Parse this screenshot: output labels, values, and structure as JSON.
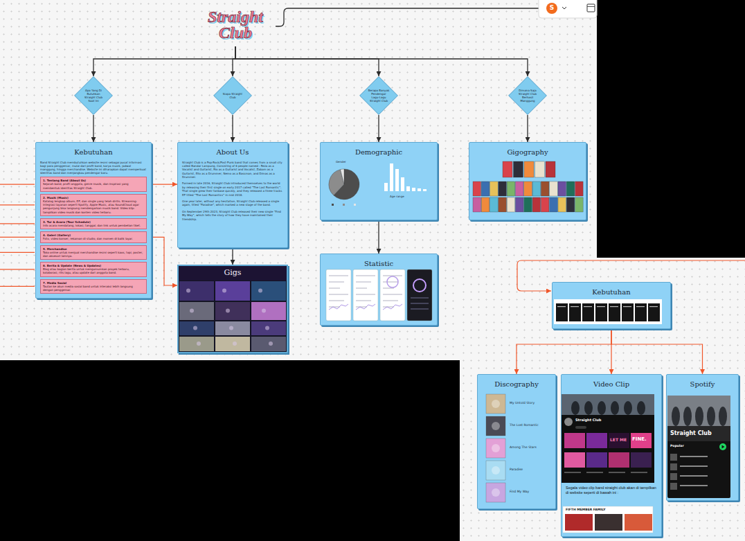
{
  "diagram": {
    "nodes": [
      {
        "text": [
          "Straight Club"
        ]
      },
      {
        "text": [
          "Apa Yang Di Butuhkan Straight Club Saat Ini"
        ]
      },
      {
        "text": [
          "Siapa Straight Club"
        ]
      },
      {
        "text": [
          "Berapa Banyak Pendengar Lagu-Lagu Straight Club"
        ]
      },
      {
        "text": [
          "Dimana Saja Straight Club Berhasil Manggung"
        ]
      },
      {
        "text": [
          "Kebutuhan",
          "Band Straight Club membutuhkan website resmi sebagai pusat informasi bagi para penggemar, mulai dari profil band, karya musik, jadwal manggung, hingga merchandise. Website ini diharapkan dapat memperkuat identitas band dan menjangkau pendengar baru."
        ]
      },
      {
        "text": [
          "1. Tentang Band (About Us)",
          "Sejarah band, profil anggota, genre musik, dan inspirasi yang membentuk identitas Straight Club."
        ],
        "in": 5
      },
      {
        "text": [
          "2. Musik (Music)",
          "Katalog lengkap album, EP, dan single yang telah dirilis. Streaming: integrasi layanan seperti Spotify, Apple Music, atau SoundCloud agar pengunjung bisa langsung mendengarkan musik band. Video klip: tampilkan video musik dan konten video terbaru."
        ],
        "in": 5
      },
      {
        "text": [
          "3. Tur & Acara (Tour Schedule)",
          "Info acara mendatang, lokasi, tanggal, dan link untuk pembelian tiket."
        ],
        "in": 5
      },
      {
        "text": [
          "4. Galeri (Gallery)",
          "Foto, video konser, rekaman di studio, dan momen di balik layar."
        ],
        "in": 5
      },
      {
        "text": [
          "5. Merchandise",
          "Toko online untuk menjual merchandise resmi seperti kaos, topi, poster, dan aksesori lainnya."
        ],
        "in": 5
      },
      {
        "text": [
          "6. Berita & Update (News & Updates)",
          "Blog atau bagian berita untuk mengumumkan proyek terbaru, kolaborasi, rilis lagu, atau update dari anggota band."
        ],
        "in": 5
      },
      {
        "text": [
          "7. Media Sosial",
          "Tautan ke akun media sosial band untuk interaksi lebih langsung dengan penggemar."
        ],
        "in": 5
      },
      {
        "text": [
          "About Us",
          "Straight Club is a Pop-Rock/Post-Punk band that comes from a small city called Bandar Lampung, Consisting of 6 people named : Reza as a Vocalist and Guitarist, Rio as a Guitarist and Vocalist, Zabam as a Guitarist, Ello as a Drummer, Nemo as a Bassman, and Dimas as a Drummer.",
          "Formed in late 2016, Straight Club introduced themselves to the world by releasing their first single on early 2017 called “The Last Romantic”. That single grew their fanbase quickly, and they released a three tracks EP titled “The Lost Romantics” in mid 2018.",
          "One year later, without any hesitation, Straight Club released a single again, titled “Paradise”, which marked a new stage of the band.",
          "On September 29th 2023, Straight Club released their new single “Find My Way”, which tells the story of how they have maintained their friendship."
        ]
      },
      {
        "text": [
          "Demographic"
        ]
      },
      {
        "text": [
          "Gigography"
        ]
      },
      {
        "text": [
          "Gigs"
        ]
      },
      {
        "text": [
          "Statistic"
        ]
      },
      {
        "text": [
          "Kebutuhan"
        ]
      },
      {
        "text": [
          "Discography"
        ]
      },
      {
        "text": [
          "Video Clip",
          "Segala video clip band straight club akan di tampilkan di website seperti di bawah ini :"
        ]
      },
      {
        "text": [
          "Spotify"
        ]
      }
    ],
    "edges": [
      {
        "from": 0,
        "to": 1,
        "arrow": "to"
      },
      {
        "from": 0,
        "to": 2,
        "arrow": "to"
      },
      {
        "from": 0,
        "to": 3,
        "arrow": "to"
      },
      {
        "from": 0,
        "to": 4,
        "arrow": "to"
      },
      {
        "from": 1,
        "to": 5,
        "arrow": "to"
      },
      {
        "from": 2,
        "to": 13,
        "arrow": "to"
      },
      {
        "from": 3,
        "to": 14,
        "arrow": "to"
      },
      {
        "from": 4,
        "to": 15,
        "arrow": "to"
      },
      {
        "from": 6,
        "to": 13,
        "arrow": "to"
      },
      {
        "from": 9,
        "to": 16,
        "arrow": "to"
      },
      {
        "from": 13,
        "to": 16,
        "arrow": "to"
      },
      {
        "from": 14,
        "to": 17,
        "arrow": "to"
      },
      {
        "from": 18,
        "to": 19,
        "arrow": "to"
      },
      {
        "from": 18,
        "to": 20,
        "arrow": "to"
      },
      {
        "from": 18,
        "to": 21,
        "arrow": "to"
      }
    ],
    "labels": [
      "S",
      "Gender",
      "Age range",
      "My Untold Story",
      "The Lost Romantic",
      "Among The Stars",
      "Paradise",
      "Find My Way",
      "Straight Club",
      "LET ME",
      "FINE.",
      "FIFTH MEMBER FAMILY",
      "Straight Club",
      "Popular"
    ]
  }
}
